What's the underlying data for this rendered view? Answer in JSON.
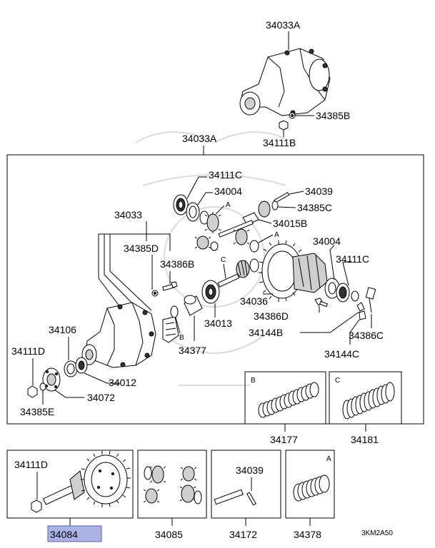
{
  "callouts": {
    "housing_top": "34033A",
    "housing_top_nut": "34111B",
    "housing_top_washer": "34385B",
    "kit_main": "34033A",
    "bearing_right_top": "34111C",
    "shim_right_top": "34004",
    "pin": "34039",
    "washer_small": "34385C",
    "shaft": "34015B",
    "case_group": "34033",
    "bolt_group_washer": "34385D",
    "bolt_group_bolt": "34386B",
    "side_bearing_r": "34004",
    "side_bearing_nut": "34111C",
    "pinion_bearing": "34036",
    "bolt_lower": "34386D",
    "bracket_b": "34144B",
    "bolt_right": "34386C",
    "bracket_c": "34144C",
    "companion_flange": "34106",
    "nut_left": "34111D",
    "oil_seal": "34012",
    "collapsible_spacer": "34013",
    "spacer_34377": "34377",
    "flange_washer": "34072",
    "washer_left": "34385E",
    "spacer_set_b": "34177",
    "spacer_set_c": "34181",
    "gear_set_nut": "34111D",
    "gear_set": "34084",
    "diff_gear_set": "34085",
    "pin_set_label": "34039",
    "pin_set": "34172",
    "shim_set": "34378",
    "drawing_code": "3KM2A50"
  },
  "letters": {
    "a_upper": "A",
    "a_mid": "A",
    "b_mid": "B",
    "c_mid": "C",
    "box_b": "B",
    "box_c": "C",
    "box_a": "A"
  },
  "highlight_color": "#a9b3e6"
}
